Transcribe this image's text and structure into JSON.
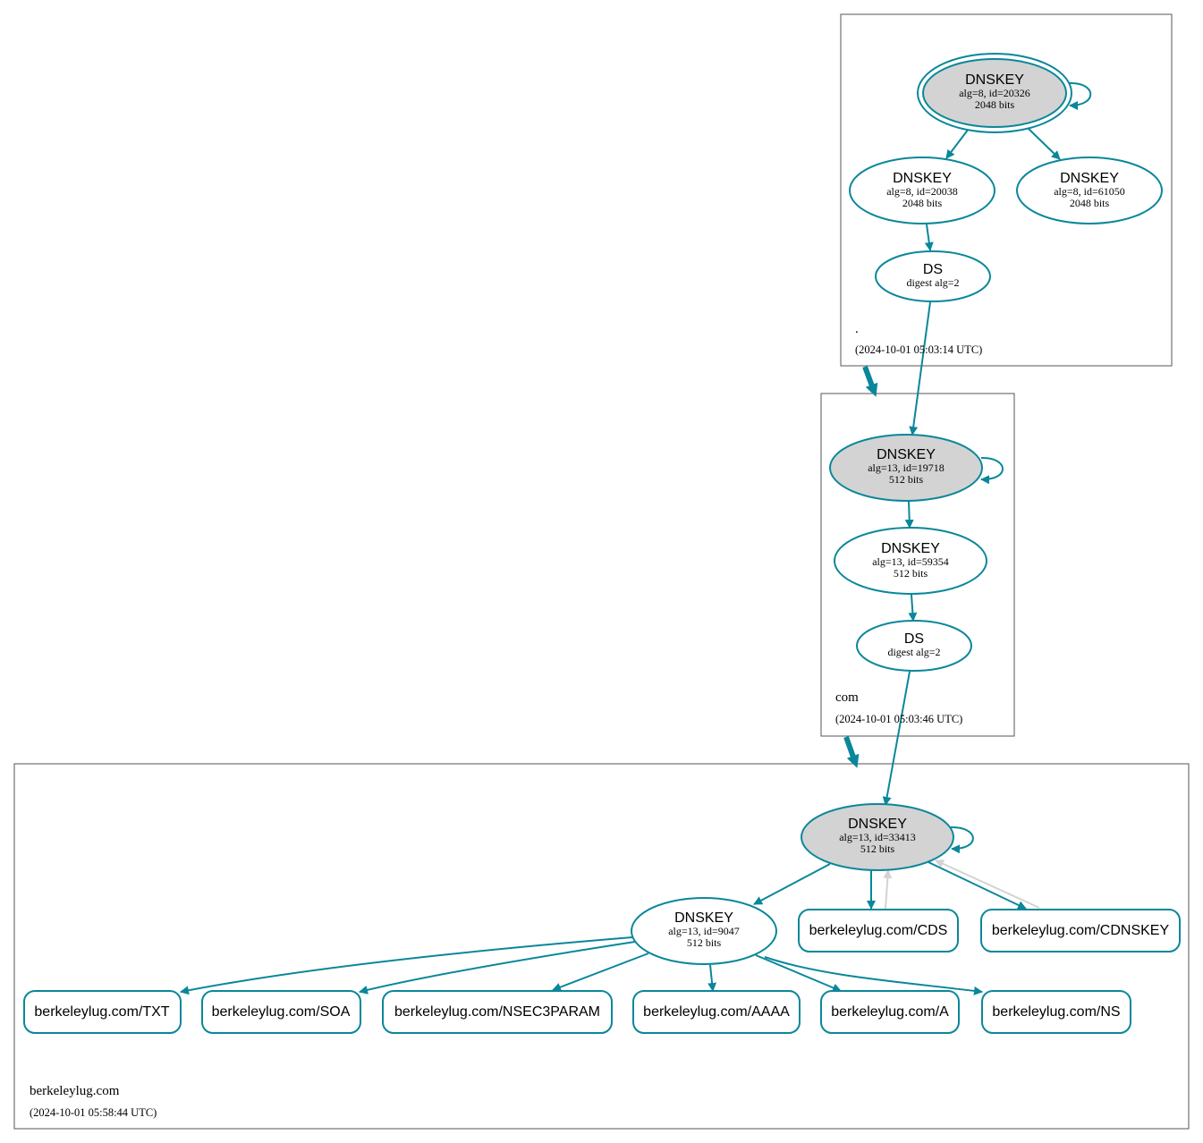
{
  "zones": {
    "root": {
      "name": ".",
      "timestamp": "(2024-10-01 05:03:14 UTC)",
      "ksk": {
        "title": "DNSKEY",
        "line1": "alg=8, id=20326",
        "line2": "2048 bits"
      },
      "zsk1": {
        "title": "DNSKEY",
        "line1": "alg=8, id=20038",
        "line2": "2048 bits"
      },
      "zsk2": {
        "title": "DNSKEY",
        "line1": "alg=8, id=61050",
        "line2": "2048 bits"
      },
      "ds": {
        "title": "DS",
        "line1": "digest alg=2"
      }
    },
    "com": {
      "name": "com",
      "timestamp": "(2024-10-01 05:03:46 UTC)",
      "ksk": {
        "title": "DNSKEY",
        "line1": "alg=13, id=19718",
        "line2": "512 bits"
      },
      "zsk": {
        "title": "DNSKEY",
        "line1": "alg=13, id=59354",
        "line2": "512 bits"
      },
      "ds": {
        "title": "DS",
        "line1": "digest alg=2"
      }
    },
    "berkeleylug": {
      "name": "berkeleylug.com",
      "timestamp": "(2024-10-01 05:58:44 UTC)",
      "ksk": {
        "title": "DNSKEY",
        "line1": "alg=13, id=33413",
        "line2": "512 bits"
      },
      "zsk": {
        "title": "DNSKEY",
        "line1": "alg=13, id=9047",
        "line2": "512 bits"
      },
      "records": {
        "cds": "berkeleylug.com/CDS",
        "cdnskey": "berkeleylug.com/CDNSKEY",
        "txt": "berkeleylug.com/TXT",
        "soa": "berkeleylug.com/SOA",
        "nsec3param": "berkeleylug.com/NSEC3PARAM",
        "aaaa": "berkeleylug.com/AAAA",
        "a": "berkeleylug.com/A",
        "ns": "berkeleylug.com/NS"
      }
    }
  },
  "colors": {
    "edge": "#0a879a",
    "ksk_fill": "#d3d3d3",
    "inactive_edge": "#d3d3d3",
    "zone_border": "#555555"
  }
}
